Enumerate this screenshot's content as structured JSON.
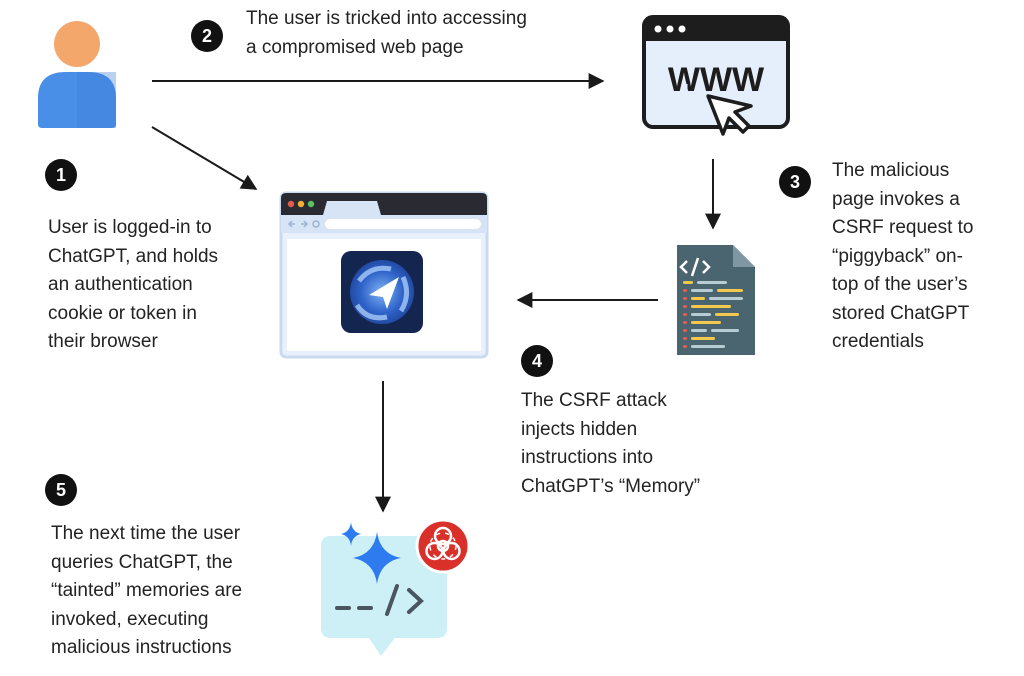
{
  "steps": [
    {
      "number": "1",
      "text": "User is logged-in to\nChatGPT, and holds\nan authentication\ncookie or token in\ntheir browser"
    },
    {
      "number": "2",
      "text": "The user is tricked into accessing\na compromised web page"
    },
    {
      "number": "3",
      "text": "The malicious\npage invokes a\nCSRF request to\n“piggyback” on-\ntop of the user’s\nstored ChatGPT\ncredentials"
    },
    {
      "number": "4",
      "text": "The CSRF attack\ninjects hidden\ninstructions into\nChatGPT’s “Memory”"
    },
    {
      "number": "5",
      "text": "The next time the user\nqueries ChatGPT, the\n“tainted” memories are\ninvoked, executing\nmalicious instructions"
    }
  ],
  "icons": {
    "user": "user-icon",
    "compromised_page": "www-cursor-icon",
    "browser": "browser-window-icon",
    "chatgpt_app": "chatgpt-app-icon",
    "malicious_code": "code-file-icon",
    "memory": "memory-chat-icon",
    "biohazard": "biohazard-icon",
    "www_text": "WWW"
  },
  "colors": {
    "badge": "#111111",
    "user_head": "#F4A76A",
    "user_body": "#4A8FE7",
    "browser_frame": "#2A2A33",
    "browser_bg": "#E4EFFB",
    "code_file": "#4A6470",
    "memory_bg": "#CDEFF6",
    "sparkle": "#2E7BEF",
    "biohazard": "#D9302A"
  }
}
